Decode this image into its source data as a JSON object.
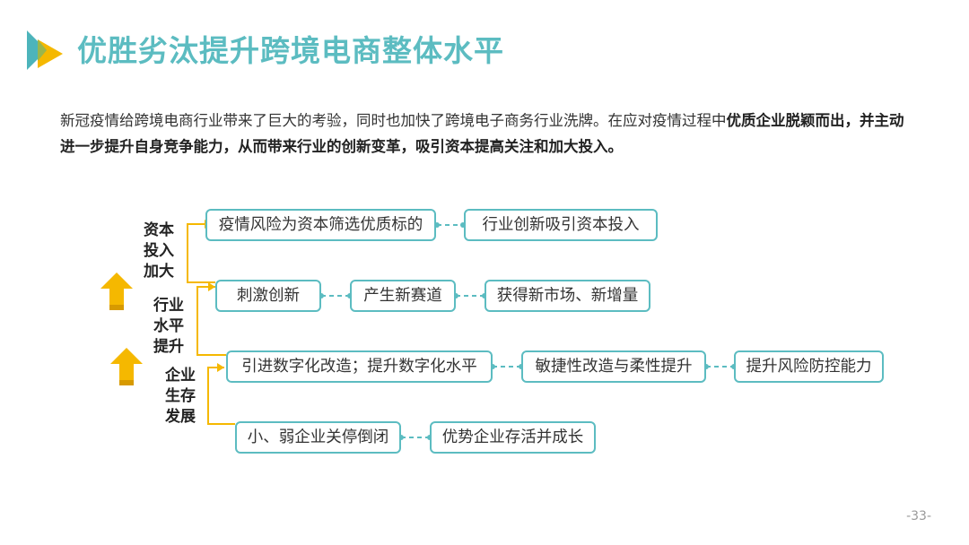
{
  "header": {
    "title": "优胜劣汰提升跨境电商整体水平",
    "logo": "play-arrow-logo"
  },
  "intro": {
    "normal_1": "新冠疫情给跨境电商行业带来了巨大的考验，同时也加快了跨境电子商务行业洗牌。在应对疫情过程中",
    "bold_1": "优质企业脱颖而出，并主动进一步提升自身竞争能力，从而带来行业的创新变革，吸引资本提高关注和加大投入。"
  },
  "levels": [
    {
      "l1": "资本",
      "l2": "投入",
      "l3": "加大"
    },
    {
      "l1": "行业",
      "l2": "水平",
      "l3": "提升"
    },
    {
      "l1": "企业",
      "l2": "生存",
      "l3": "发展"
    }
  ],
  "rows": [
    {
      "items": [
        "疫情风险为资本筛选优质标的",
        "行业创新吸引资本投入"
      ]
    },
    {
      "items": [
        "刺激创新",
        "产生新赛道",
        "获得新市场、新增量"
      ]
    },
    {
      "items": [
        "引进数字化改造；提升数字化水平",
        "敏捷性改造与柔性提升",
        "提升风险防控能力"
      ]
    },
    {
      "items": [
        "小、弱企业关停倒闭",
        "优势企业存活并成长"
      ]
    }
  ],
  "page_number": "-33-",
  "colors": {
    "accent": "#5cbcc1",
    "arrow": "#f5b800"
  }
}
